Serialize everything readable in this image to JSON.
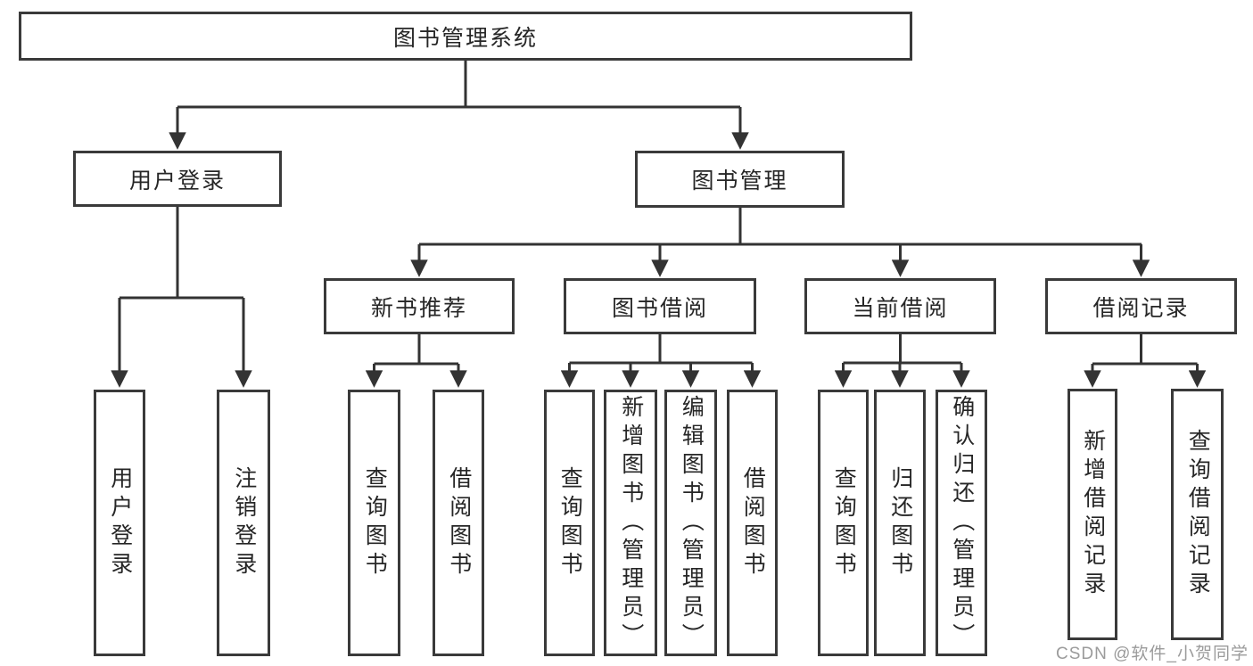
{
  "tree": {
    "label": "图书管理系统",
    "children": [
      {
        "label": "用户登录",
        "children": [
          {
            "label": "用户登录"
          },
          {
            "label": "注销登录"
          }
        ]
      },
      {
        "label": "图书管理",
        "children": [
          {
            "label": "新书推荐",
            "children": [
              {
                "label": "查询图书"
              },
              {
                "label": "借阅图书"
              }
            ]
          },
          {
            "label": "图书借阅",
            "children": [
              {
                "label": "查询图书"
              },
              {
                "label": "新增图书（管理员）"
              },
              {
                "label": "编辑图书（管理员）"
              },
              {
                "label": "借阅图书"
              }
            ]
          },
          {
            "label": "当前借阅",
            "children": [
              {
                "label": "查询图书"
              },
              {
                "label": "归还图书"
              },
              {
                "label": "确认归还（管理员）"
              }
            ]
          },
          {
            "label": "借阅记录",
            "children": [
              {
                "label": "新增借阅记录"
              },
              {
                "label": "查询借阅记录"
              }
            ]
          }
        ]
      }
    ]
  },
  "watermark": "CSDN @软件_小贺同学",
  "colors": {
    "line": "#333333",
    "box_border": "#3a3a3a",
    "text": "#262626",
    "watermark_text": "#9b9b9b",
    "background": "#ffffff"
  }
}
